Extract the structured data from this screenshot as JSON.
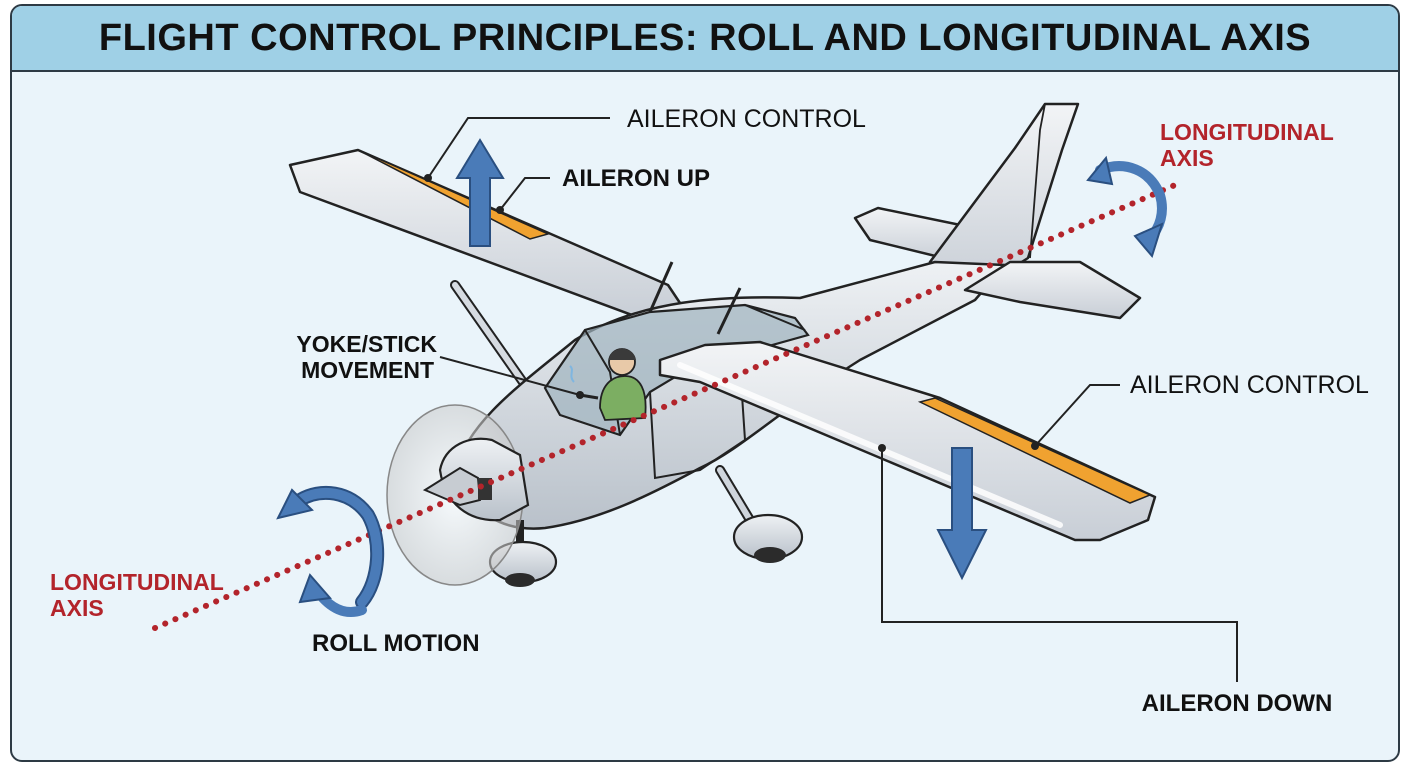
{
  "title": "FLIGHT CONTROL PRINCIPLES: ROLL AND LONGITUDINAL AXIS",
  "labels": {
    "aileron_control_top": "AILERON CONTROL",
    "aileron_up": "AILERON UP",
    "aileron_control_right": "AILERON CONTROL",
    "aileron_down": "AILERON DOWN",
    "yoke_line1": "YOKE/STICK",
    "yoke_line2": "MOVEMENT",
    "roll_motion": "ROLL MOTION",
    "long_axis_left_1": "LONGITUDINAL",
    "long_axis_left_2": "AXIS",
    "long_axis_right_1": "LONGITUDINAL",
    "long_axis_right_2": "AXIS"
  },
  "colors": {
    "axis_red": "#b3242b",
    "arrow_blue": "#4a7bb8",
    "aileron_orange": "#f0a230",
    "airframe": "#d9dee4",
    "title_bg": "#9fd0e6"
  }
}
